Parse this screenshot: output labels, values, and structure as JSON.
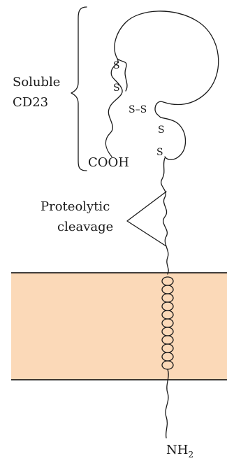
{
  "labels": {
    "soluble_line1": "Soluble",
    "soluble_line2": "CD23",
    "carboxyl": "COOH",
    "cleavage_line1": "Proteolytic",
    "cleavage_line2": "cleavage",
    "amino_base": "NH",
    "amino_subscript": "2",
    "disulfide_s": "S",
    "disulfide_bond": "S–S"
  },
  "colors": {
    "membrane_fill": "#fbd9b8",
    "membrane_edge": "#000000",
    "strand": "#1a1a1a"
  }
}
